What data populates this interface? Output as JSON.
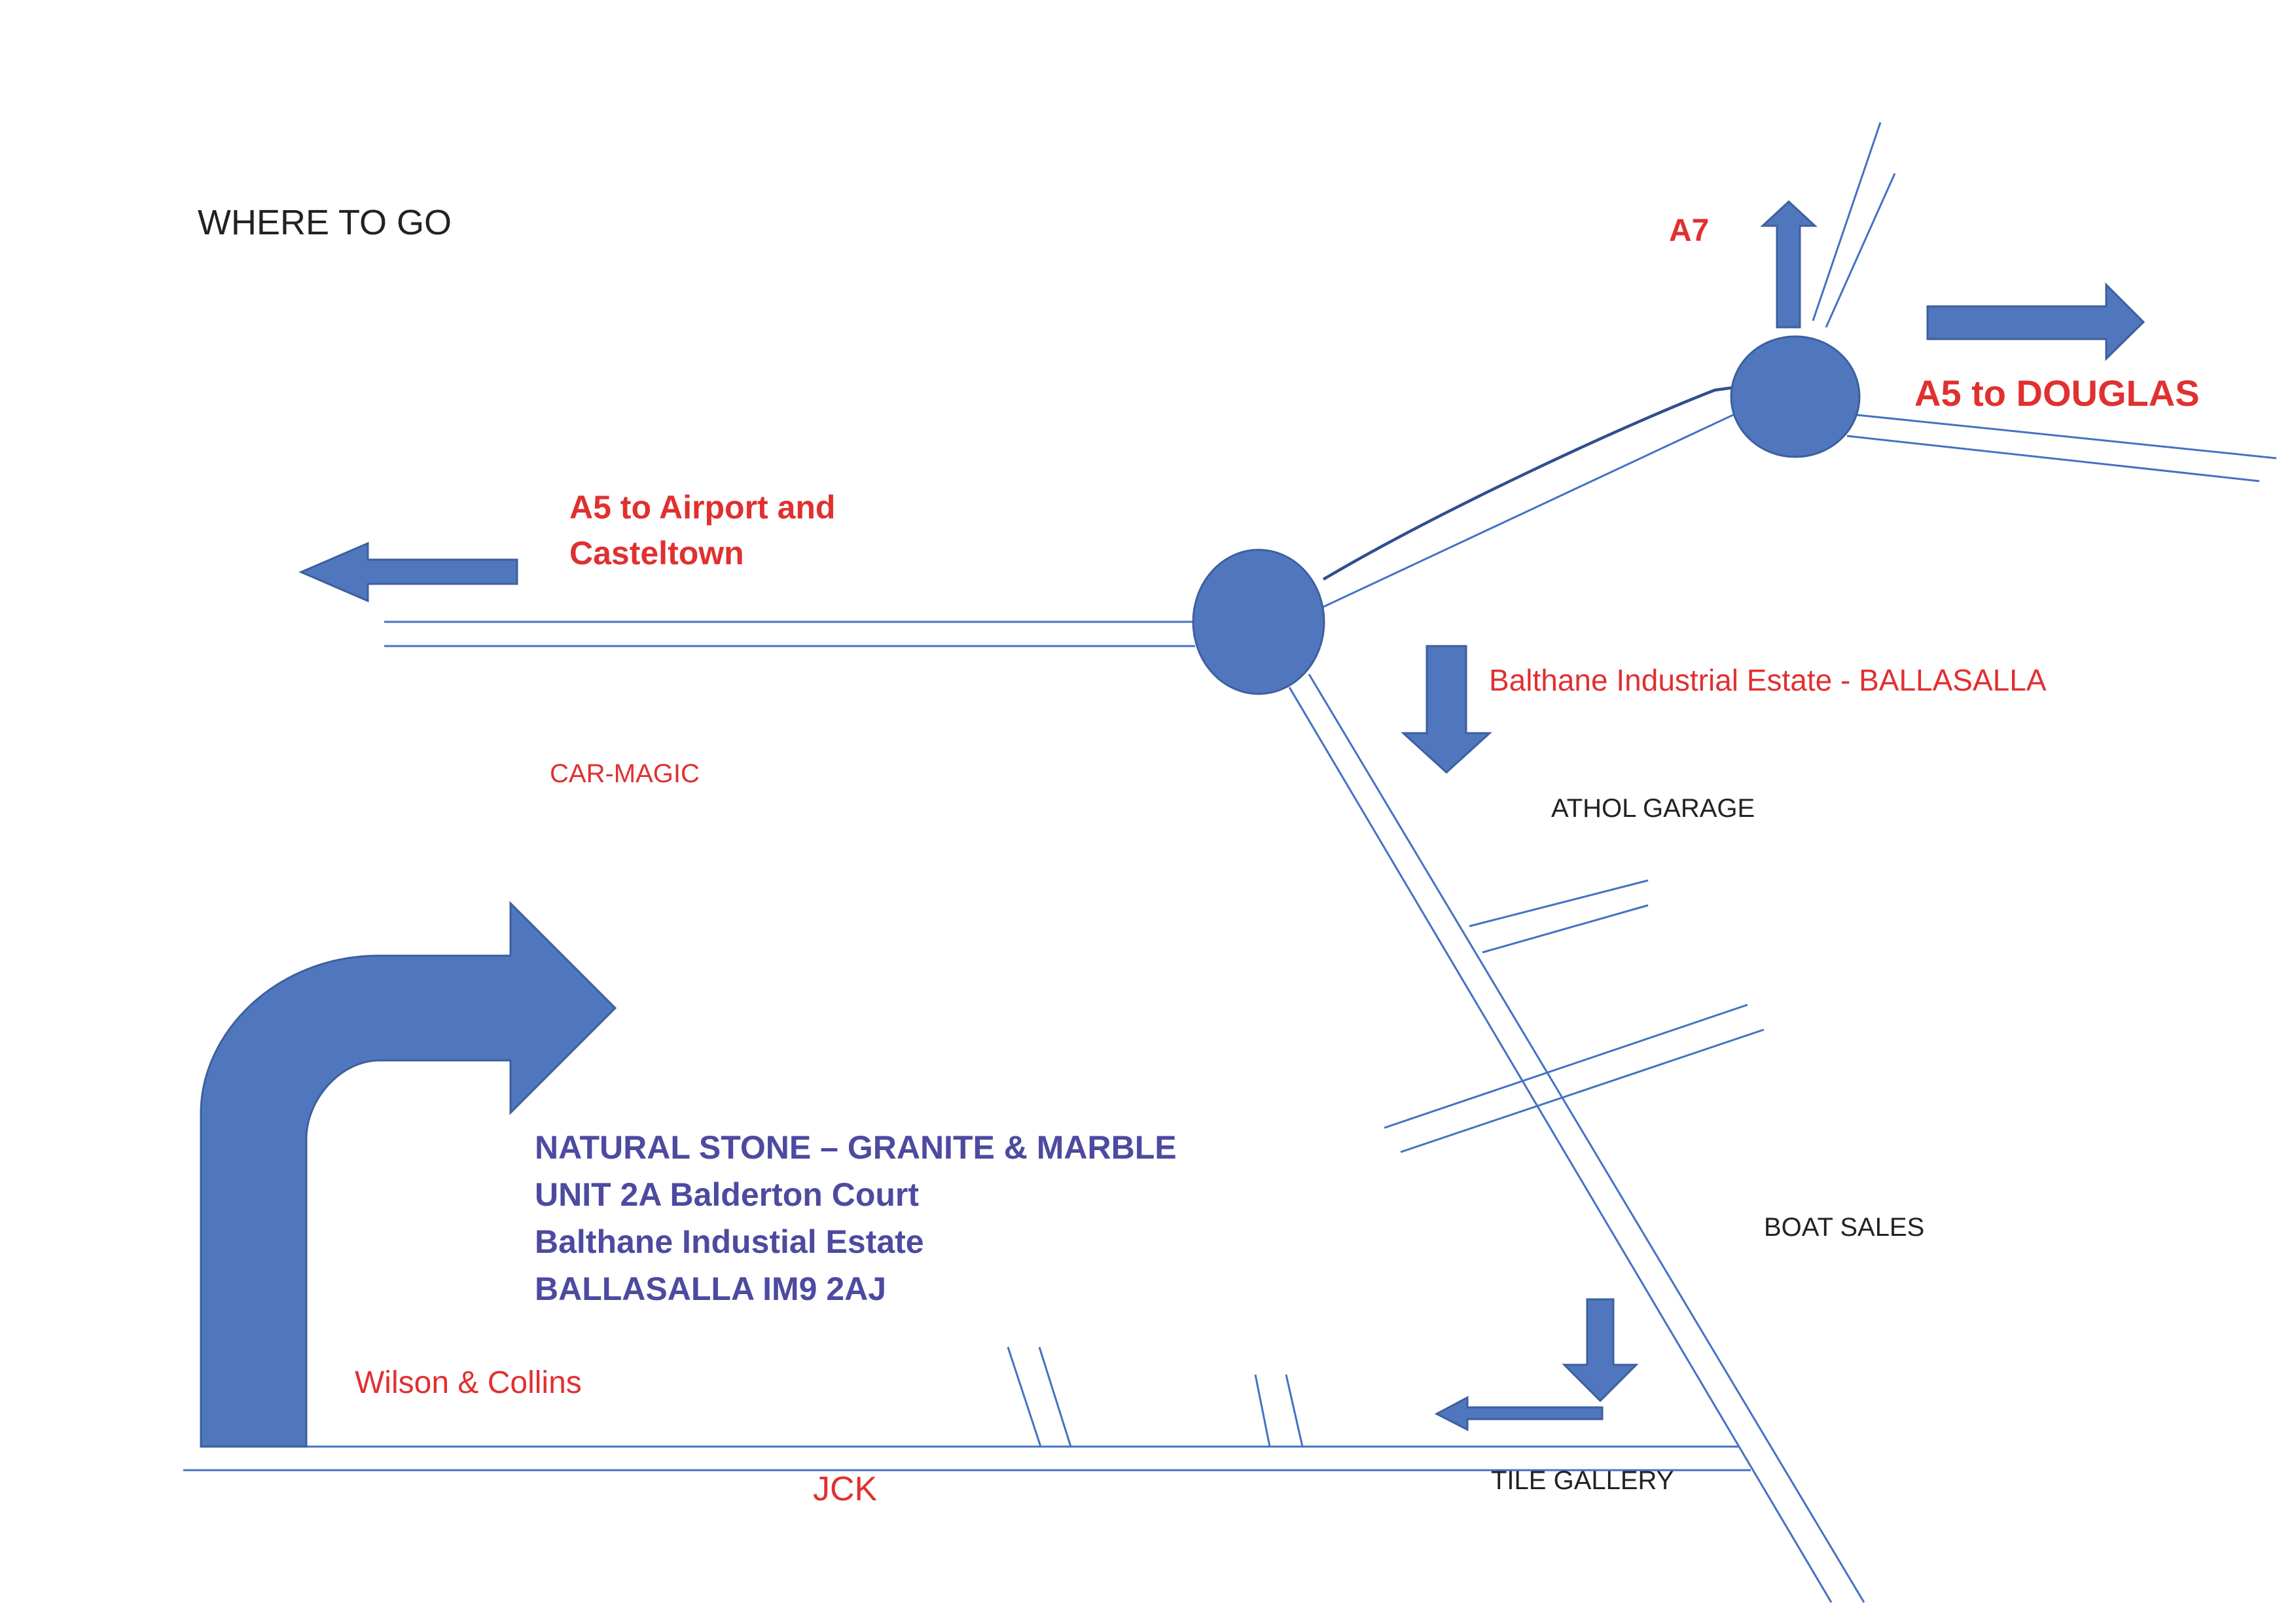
{
  "title": "WHERE TO GO",
  "colors": {
    "road": "#4472c4",
    "roundabout": "#5077bd",
    "arrow": "#5077bd",
    "red_text": "#e03030",
    "purple_text": "#4d4aa0",
    "black_text": "#222222"
  },
  "labels": {
    "a7": "A7",
    "a5_douglas": "A5 to  DOUGLAS",
    "a5_airport_line1": "A5 to Airport and",
    "a5_airport_line2": "Casteltown",
    "balthane": "Balthane Industrial Estate - BALLASALLA",
    "car_magic": "CAR-MAGIC",
    "athol_garage": "ATHOL  GARAGE",
    "boat_sales": "BOAT  SALES",
    "tile_gallery": "TILE  GALLERY",
    "wilson_collins": "Wilson & Collins",
    "jck": "JCK"
  },
  "destination": {
    "line1": "NATURAL STONE – GRANITE & MARBLE",
    "line2": "UNIT 2A Balderton Court",
    "line3": "Balthane Industial Estate",
    "line4": "BALLASALLA  IM9 2AJ"
  },
  "icons": {
    "roundabout": "roundabout-circle",
    "direction_arrow": "block-arrow",
    "turn_arrow": "curved-turn-right-arrow"
  }
}
